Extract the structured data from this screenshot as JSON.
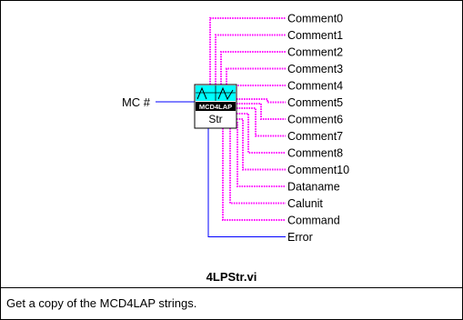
{
  "vi": {
    "name": "4LPStr.vi",
    "icon_text_top": "MCD4LAP",
    "icon_text_bottom": "Str",
    "description": "Get a copy of the MCD4LAP strings."
  },
  "inputs": [
    {
      "label": "MC #",
      "type": "numeric"
    }
  ],
  "outputs": [
    {
      "label": "Comment0",
      "type": "string"
    },
    {
      "label": "Comment1",
      "type": "string"
    },
    {
      "label": "Comment2",
      "type": "string"
    },
    {
      "label": "Comment3",
      "type": "string"
    },
    {
      "label": "Comment4",
      "type": "string"
    },
    {
      "label": "Comment5",
      "type": "string"
    },
    {
      "label": "Comment6",
      "type": "string"
    },
    {
      "label": "Comment7",
      "type": "string"
    },
    {
      "label": "Comment8",
      "type": "string"
    },
    {
      "label": "Comment10",
      "type": "string"
    },
    {
      "label": "Dataname",
      "type": "string"
    },
    {
      "label": "Calunit",
      "type": "string"
    },
    {
      "label": "Command",
      "type": "string"
    },
    {
      "label": "Error",
      "type": "numeric"
    }
  ],
  "colors": {
    "string_wire": "#ff00ff",
    "numeric_wire": "#0000ff",
    "icon_fill": "#00ffff",
    "border": "#000000"
  }
}
